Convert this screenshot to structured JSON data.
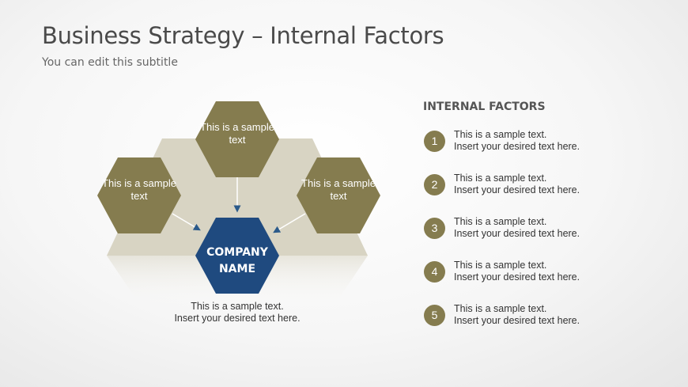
{
  "title": "Business Strategy – Internal Factors",
  "subtitle": "You can edit this subtitle",
  "diagram": {
    "top": "This is a sample text",
    "left": "This is a sample text",
    "right": "This is a sample text",
    "center": "COMPANY NAME",
    "caption_line1": "This is a sample text.",
    "caption_line2": "Insert your desired text here."
  },
  "factors": {
    "heading": "INTERNAL FACTORS",
    "items": [
      {
        "num": "1",
        "line1": "This is a sample text.",
        "line2": "Insert your desired text here."
      },
      {
        "num": "2",
        "line1": "This is a sample text.",
        "line2": "Insert your desired text here."
      },
      {
        "num": "3",
        "line1": "This is a sample text.",
        "line2": "Insert your desired text here."
      },
      {
        "num": "4",
        "line1": "This is a sample text.",
        "line2": "Insert your desired text here."
      },
      {
        "num": "5",
        "line1": "This is a sample text.",
        "line2": "Insert your desired text here."
      }
    ]
  },
  "colors": {
    "olive": "#857c4f",
    "navy": "#1f4a7f",
    "beige": "#d8d4c3"
  }
}
